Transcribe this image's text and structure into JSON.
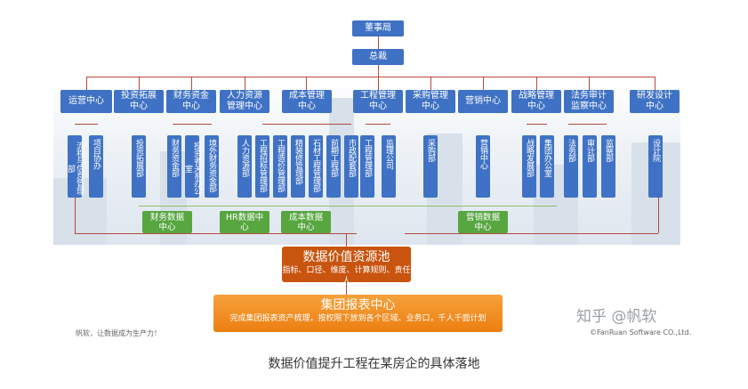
{
  "top": {
    "board": "董事局",
    "ceo": "总裁"
  },
  "centers": [
    "运营中心",
    "投资拓展\n中心",
    "财务资金\n中心",
    "人力资源\n管理中心",
    "成本管理\n中心",
    "工程管理\n中心",
    "采购管理\n中心",
    "营销中心",
    "战略管理\n中心",
    "法务审计\n监察中心",
    "研发设计\n中心"
  ],
  "departments": [
    "流程与信息管理部",
    "项目协办",
    "投资拓展部",
    "财务资金部",
    "投资者关系办公室",
    "境外财务资金部",
    "人力资源部",
    "工程招标管理部",
    "工程造价管理部",
    "精装修管理部",
    "石材工程管理部",
    "前期工程部",
    "市政配套部",
    "工程管理部",
    "监理公司",
    "采购部",
    "营销中心",
    "战略发展部",
    "集团办公室",
    "法务部",
    "审计部",
    "监察部",
    "设计院"
  ],
  "data_centers": [
    "财务数据\n中心",
    "HR数据中\n心",
    "成本数据\n中心",
    "营销数据\n中心"
  ],
  "pool": {
    "title": "数据价值资源池",
    "subtitle": "指标、口径、维度、计算规则、责任人"
  },
  "report": {
    "title": "集团报表中心",
    "subtitle": "完成集团报表资产梳理，按权限下放到各个区域、业务口，千人千面计划"
  },
  "footer": {
    "left": "帆软，让数据成为生产力！",
    "right": "©FanRuan Software CO.,Ltd.",
    "watermark": "知乎 @帆软"
  },
  "caption": "数据价值提升工程在某房企的具体落地",
  "colors": {
    "box_blue": "#3f72c4",
    "data_green": "#57a640",
    "pool_orange": "#c9540f",
    "report_orange": "#ec7f12",
    "connector": "#b54a3f"
  }
}
